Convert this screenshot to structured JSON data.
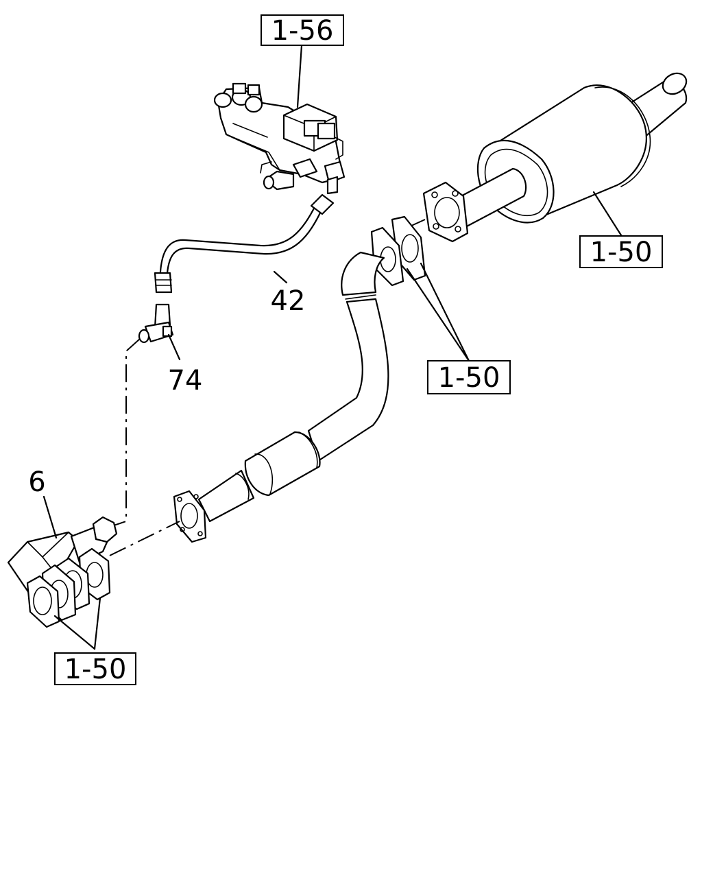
{
  "callouts": {
    "ref_1_56": "1-56",
    "ref_1_50_muffler": "1-50",
    "ref_1_50_flange": "1-50",
    "ref_1_50_manifold": "1-50"
  },
  "parts": {
    "hose": "42",
    "elbow_fitting": "74",
    "manifold": "6"
  }
}
